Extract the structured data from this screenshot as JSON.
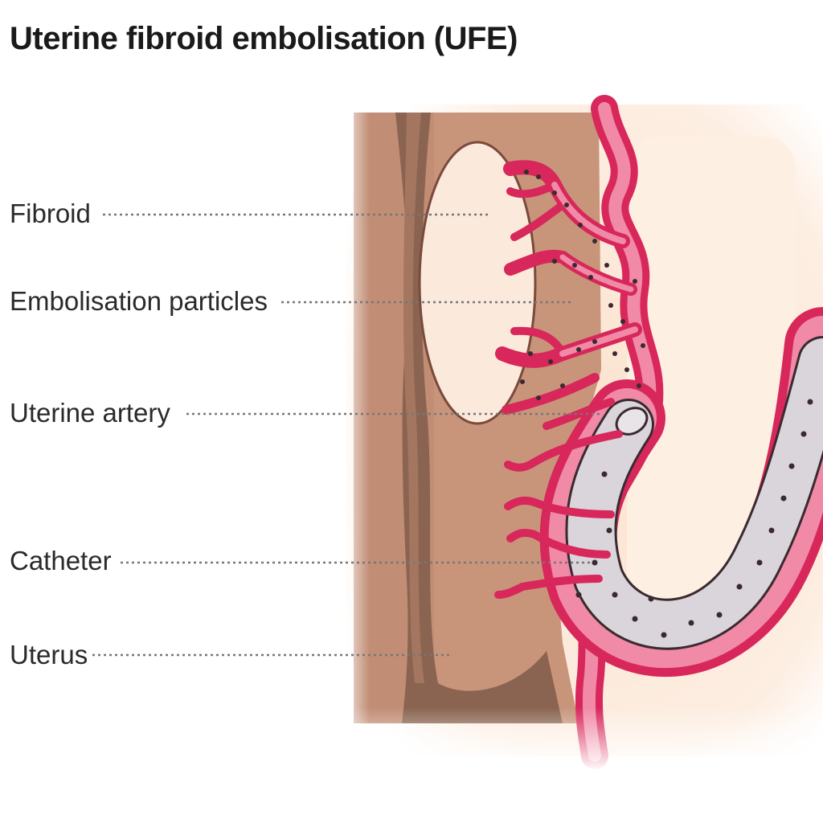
{
  "title": "Uterine fibroid embolisation (UFE)",
  "labels": {
    "fibroid": "Fibroid",
    "particles": "Embolisation particles",
    "artery": "Uterine artery",
    "catheter": "Catheter",
    "uterus": "Uterus"
  },
  "colors": {
    "uterus_wall": "#c8957b",
    "uterine_cavity": "#8a6450",
    "fibroid": "#fbe9dc",
    "artery": "#d8275a",
    "artery_light": "#f08aa6",
    "catheter": "#d9d5da",
    "particles": "#3a2a30",
    "tissue_background": "#fbe7d5"
  }
}
